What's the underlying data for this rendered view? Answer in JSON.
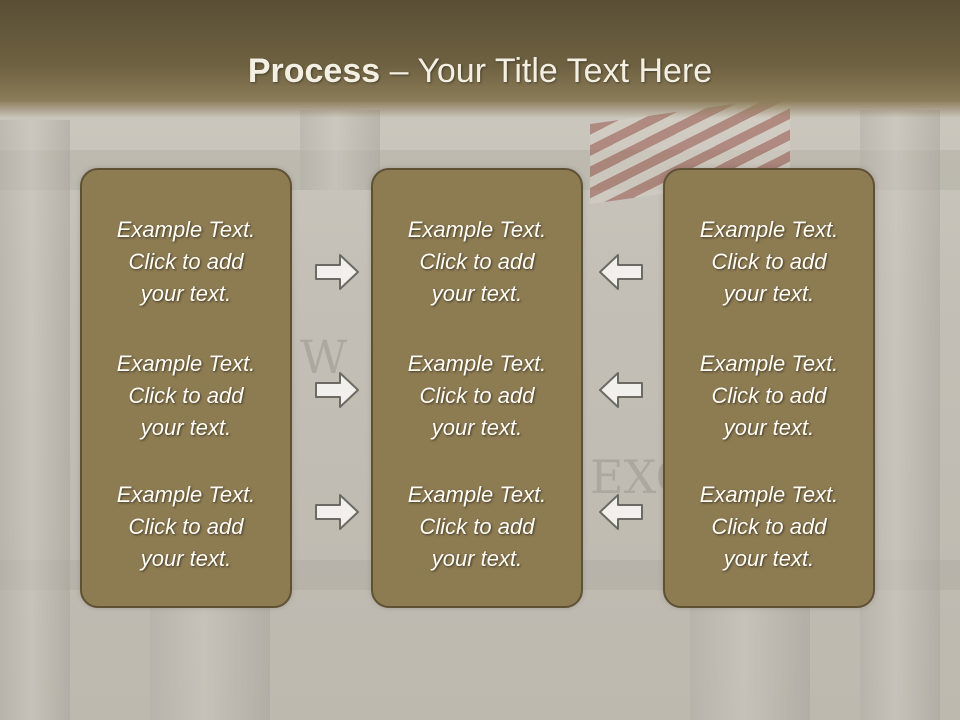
{
  "slide": {
    "title_bold": "Process",
    "title_rest": " – Your Title Text Here"
  },
  "panels": {
    "left": [
      "Example Text.\nClick  to add\nyour text.",
      "Example Text.\nClick  to add\nyour text.",
      "Example Text.\nClick  to add\nyour text."
    ],
    "center": [
      "Example Text.\nClick  to add\nyour text.",
      "Example Text.\nClick  to add\nyour text.",
      "Example Text.\nClick  to add\nyour text."
    ],
    "right": [
      "Example Text.\nClick  to add\nyour text.",
      "Example Text.\nClick  to add\nyour text.",
      "Example Text.\nClick  to add\nyour text."
    ]
  },
  "arrows": {
    "left_to_center": "right-arrow-icon",
    "right_to_center": "left-arrow-icon"
  },
  "colors": {
    "header": "#6e6141",
    "panel": "#8d7b52",
    "panel_border": "#5e5134",
    "text": "#fffdf6"
  }
}
